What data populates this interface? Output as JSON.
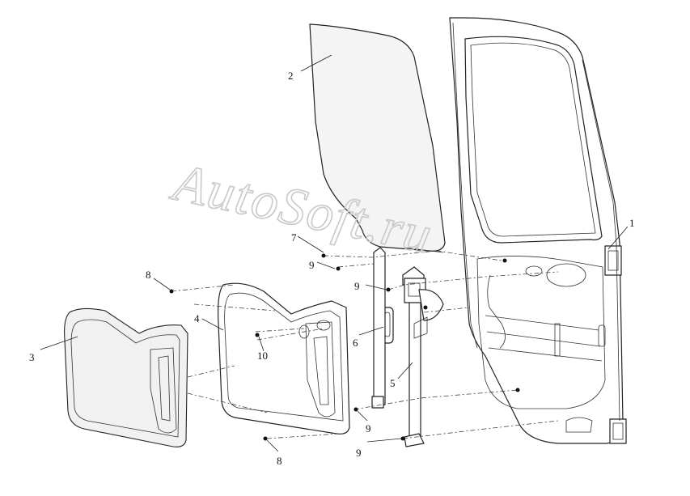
{
  "diagram": {
    "watermark": "AutoSoft.ru",
    "callouts": {
      "c1": "1",
      "c2": "2",
      "c3": "3",
      "c4": "4",
      "c5": "5",
      "c6": "6",
      "c7": "7",
      "c8a": "8",
      "c8b": "8",
      "c9a": "9",
      "c9b": "9",
      "c9c": "9",
      "c9d": "9",
      "c10": "10"
    }
  }
}
